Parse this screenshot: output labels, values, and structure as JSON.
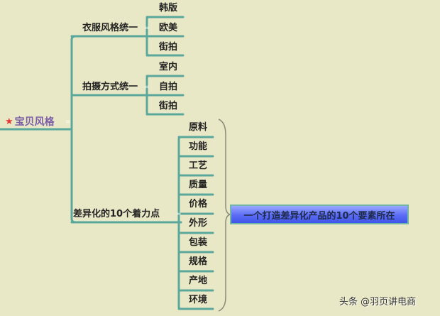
{
  "colors": {
    "background": "#e9e8c6",
    "connector": "#5aa89c",
    "root_text": "#7b5ea7",
    "star": "#e53935",
    "summary_fill_top": "#9aa8ff",
    "summary_fill_bottom": "#3f55e8",
    "brace": "#8a8a7a"
  },
  "root": {
    "icon": "star-icon",
    "label": "宝贝风格"
  },
  "branches": [
    {
      "label": "衣服风格统一",
      "children": [
        "韩版",
        "欧美",
        "街拍"
      ]
    },
    {
      "label": "拍摄方式统一",
      "children": [
        "室内",
        "自拍",
        "街拍"
      ]
    },
    {
      "label": "差异化的10个着力点",
      "children": [
        "原料",
        "功能",
        "工艺",
        "质量",
        "价格",
        "外形",
        "包装",
        "规格",
        "产地",
        "环境"
      ]
    }
  ],
  "summary": {
    "label": "一个打造差异化产品的10个要素所在"
  },
  "watermark": "头条 @羽页讲电商"
}
